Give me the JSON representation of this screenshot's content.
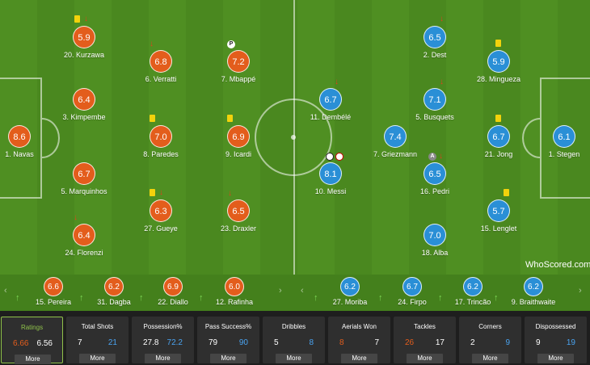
{
  "home_team": {
    "players": [
      {
        "number": "1",
        "name": "Navas",
        "rating": "8.6"
      },
      {
        "number": "3",
        "name": "Kimpembe",
        "rating": "6.4"
      },
      {
        "number": "5",
        "name": "Marquinhos",
        "rating": "6.7"
      },
      {
        "number": "20",
        "name": "Kurzawa",
        "rating": "5.9"
      },
      {
        "number": "24",
        "name": "Florenzi",
        "rating": "6.4"
      },
      {
        "number": "6",
        "name": "Verratti",
        "rating": "6.8"
      },
      {
        "number": "8",
        "name": "Paredes",
        "rating": "7.0"
      },
      {
        "number": "27",
        "name": "Gueye",
        "rating": "6.3"
      },
      {
        "number": "7",
        "name": "Mbappé",
        "rating": "7.2"
      },
      {
        "number": "9",
        "name": "Icardi",
        "rating": "6.9"
      },
      {
        "number": "23",
        "name": "Draxler",
        "rating": "6.5"
      }
    ],
    "subs": [
      {
        "number": "15",
        "name": "Pereira",
        "rating": "6.6"
      },
      {
        "number": "31",
        "name": "Dagba",
        "rating": "6.2"
      },
      {
        "number": "22",
        "name": "Diallo",
        "rating": "6.9"
      },
      {
        "number": "12",
        "name": "Rafinha",
        "rating": "6.0"
      }
    ]
  },
  "away_team": {
    "players": [
      {
        "number": "11",
        "name": "Dembélé",
        "rating": "6.7"
      },
      {
        "number": "10",
        "name": "Messi",
        "rating": "8.1"
      },
      {
        "number": "7",
        "name": "Griezmann",
        "rating": "7.4"
      },
      {
        "number": "2",
        "name": "Dest",
        "rating": "6.5"
      },
      {
        "number": "5",
        "name": "Busquets",
        "rating": "7.1"
      },
      {
        "number": "16",
        "name": "Pedri",
        "rating": "6.5"
      },
      {
        "number": "18",
        "name": "Alba",
        "rating": "7.0"
      },
      {
        "number": "28",
        "name": "Mingueza",
        "rating": "5.9"
      },
      {
        "number": "21",
        "name": "Jong",
        "rating": "6.7"
      },
      {
        "number": "15",
        "name": "Lenglet",
        "rating": "5.7"
      },
      {
        "number": "1",
        "name": "Stegen",
        "rating": "6.1"
      }
    ],
    "subs": [
      {
        "number": "27",
        "name": "Moriba",
        "rating": "6.2"
      },
      {
        "number": "24",
        "name": "Firpo",
        "rating": "6.7"
      },
      {
        "number": "17",
        "name": "Trincão",
        "rating": "6.2"
      },
      {
        "number": "9",
        "name": "Braithwaite",
        "rating": "6.2"
      }
    ]
  },
  "branding": {
    "logo_text": "WhoScored.com"
  },
  "nav": {
    "left": "‹",
    "right": "›"
  },
  "stats": [
    {
      "title": "Ratings",
      "home": "6.66",
      "away": "6.56",
      "more": "More"
    },
    {
      "title": "Total Shots",
      "home": "7",
      "away": "21",
      "more": "More"
    },
    {
      "title": "Possession%",
      "home": "27.8",
      "away": "72.2",
      "more": "More"
    },
    {
      "title": "Pass Success%",
      "home": "79",
      "away": "90",
      "more": "More"
    },
    {
      "title": "Dribbles",
      "home": "5",
      "away": "8",
      "more": "More"
    },
    {
      "title": "Aerials Won",
      "home": "8",
      "away": "7",
      "more": "More"
    },
    {
      "title": "Tackles",
      "home": "26",
      "away": "17",
      "more": "More"
    },
    {
      "title": "Corners",
      "home": "2",
      "away": "9",
      "more": "More"
    },
    {
      "title": "Dispossessed",
      "home": "9",
      "away": "19",
      "more": "More"
    }
  ],
  "colors": {
    "home": "#e35d1c",
    "away": "#2a8fd6",
    "pitch": "#4f8f22",
    "active_stat": "#8fc24a"
  },
  "icons": [
    "down-arrow-icon",
    "yellow-card-icon",
    "goal-icon",
    "assist-icon",
    "penalty-icon",
    "up-arrow-icon"
  ]
}
